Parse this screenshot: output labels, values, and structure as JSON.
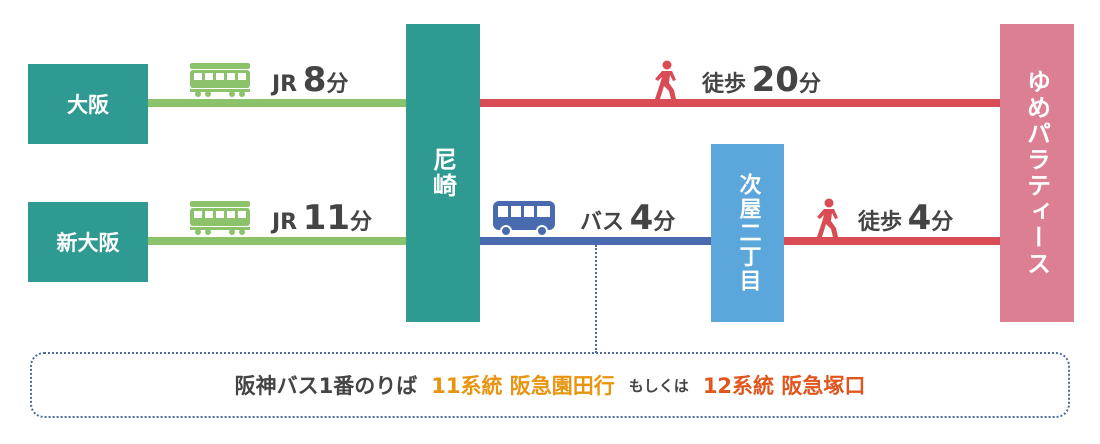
{
  "colors": {
    "teal": "#2f9a91",
    "jr_green": "#8cc26a",
    "walk_red": "#d94b55",
    "bus_blue": "#4a6aaf",
    "stop_blue": "#5ba6da",
    "dest_pink": "#dc7f93",
    "orange": "#e8940f",
    "orange_red": "#e0561e",
    "text_gray": "#444444"
  },
  "stations": {
    "osaka": "大阪",
    "shin_osaka": "新大阪",
    "amagasaki": "尼崎",
    "bus_stop": "次屋二丁目",
    "destination": "ゆめパラティース"
  },
  "routes": {
    "jr_osaka": {
      "mode": "JR",
      "time": "8",
      "unit": "分"
    },
    "jr_shin_osaka": {
      "mode": "JR",
      "time": "11",
      "unit": "分"
    },
    "walk_main": {
      "mode": "徒歩",
      "time": "20",
      "unit": "分"
    },
    "bus": {
      "mode": "バス",
      "time": "4",
      "unit": "分"
    },
    "walk_short": {
      "mode": "徒歩",
      "time": "4",
      "unit": "分"
    }
  },
  "icons": {
    "train": "train-icon",
    "walker": "walking-person-icon",
    "bus": "bus-icon"
  },
  "note": {
    "prefix": "阪神バス1番のりば",
    "route1": "11系統 阪急園田行",
    "connector": "もしくは",
    "route2": "12系統 阪急塚口"
  }
}
